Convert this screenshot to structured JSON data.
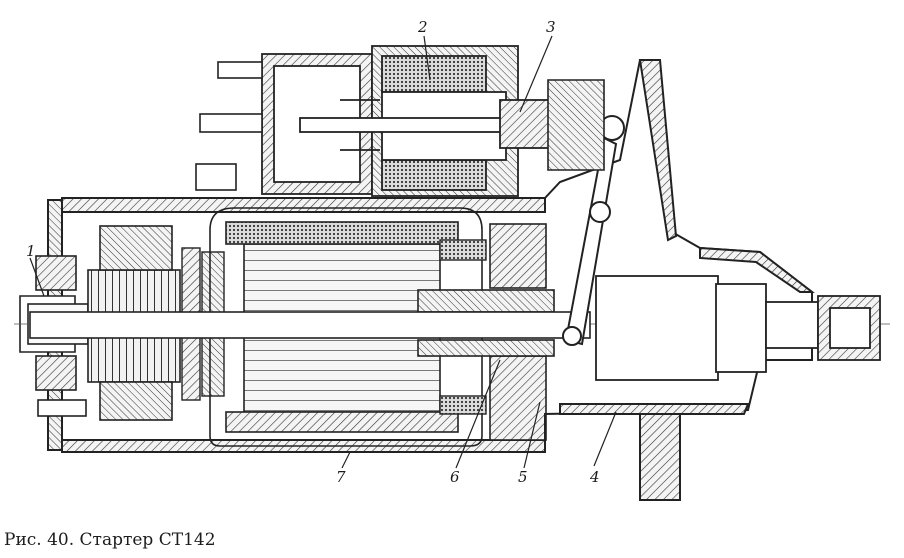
{
  "caption": "Рис. 40. Стартер СТ142",
  "callouts": {
    "c1": "1",
    "c2": "2",
    "c3": "3",
    "c4": "4",
    "c5": "5",
    "c6": "6",
    "c7": "7"
  }
}
